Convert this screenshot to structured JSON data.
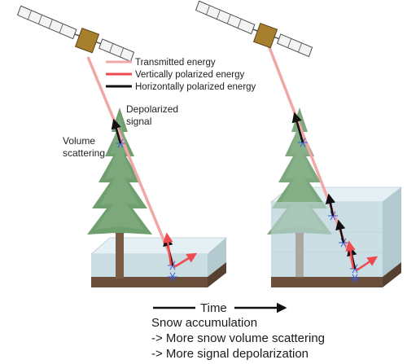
{
  "legend": {
    "items": [
      {
        "label": "Transmitted energy",
        "color": "#f2a7a7"
      },
      {
        "label": "Vertically polarized energy",
        "color": "#ee4a4f"
      },
      {
        "label": "Horizontally polarized energy",
        "color": "#111111"
      }
    ]
  },
  "annotations": {
    "depolarized": [
      "Depolarized",
      "signal"
    ],
    "volume_scattering": [
      "Volume",
      "scattering"
    ]
  },
  "caption": {
    "time": "Time",
    "line1": "Snow accumulation",
    "line2": "-> More snow volume scattering",
    "line3": "-> More signal depolarization"
  },
  "colors": {
    "snow": "#c9dde3",
    "snow_top": "#e4f0f3",
    "soil": "#6b4f3a",
    "tree": "#6f9e6f",
    "trunk": "#7a5b43",
    "panel": "#4f4f4f",
    "satellite_body": "#a87f2c",
    "flake": "#3a5bd9"
  },
  "icons": [
    "satellite-icon",
    "tree-icon",
    "snowflake-icon",
    "arrow-icon"
  ]
}
